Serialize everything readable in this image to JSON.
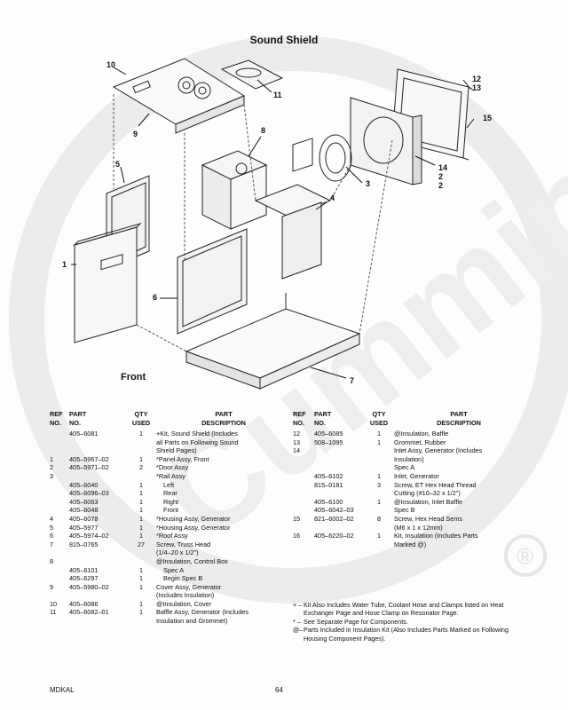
{
  "title": "Sound Shield",
  "front_label": "Front",
  "watermark_text": "Cummins",
  "registered_mark": "®",
  "callouts": [
    "1",
    "2",
    "2",
    "3",
    "4",
    "5",
    "6",
    "7",
    "8",
    "9",
    "10",
    "11",
    "12",
    "13",
    "14",
    "15"
  ],
  "headers": {
    "ref": [
      "REF",
      "NO."
    ],
    "part": [
      "PART",
      "NO."
    ],
    "qty": [
      "QTY",
      "USED"
    ],
    "desc": [
      "PART",
      "DESCRIPTION"
    ]
  },
  "rows_left": [
    {
      "ref": "",
      "part": "405–6081",
      "qty": "1",
      "desc": [
        "+Kit, Sound Shield (Includes",
        "all Parts on Following Sound",
        "Shield Pages)"
      ]
    },
    {
      "ref": "1",
      "part": "405–5967–02",
      "qty": "1",
      "desc": [
        "*Panel Assy, Front"
      ]
    },
    {
      "ref": "2",
      "part": "405–5971–02",
      "qty": "2",
      "desc": [
        "*Door Assy"
      ]
    },
    {
      "ref": "3",
      "part": "",
      "qty": "",
      "desc": [
        "*Rail Assy"
      ]
    },
    {
      "ref": "",
      "part": "405–6040",
      "qty": "1",
      "desc": [
        "Left"
      ],
      "indent": true
    },
    {
      "ref": "",
      "part": "405–6096–03",
      "qty": "1",
      "desc": [
        "Rear"
      ],
      "indent": true
    },
    {
      "ref": "",
      "part": "405–6063",
      "qty": "1",
      "desc": [
        "Right"
      ],
      "indent": true
    },
    {
      "ref": "",
      "part": "405–6048",
      "qty": "1",
      "desc": [
        "Front"
      ],
      "indent": true
    },
    {
      "ref": "4",
      "part": "405–6078",
      "qty": "1",
      "desc": [
        "*Housing Assy, Generator"
      ]
    },
    {
      "ref": "5",
      "part": "405–5977",
      "qty": "1",
      "desc": [
        "*Housing Assy, Generator"
      ]
    },
    {
      "ref": "6",
      "part": "405–5974–02",
      "qty": "1",
      "desc": [
        "*Roof Assy"
      ]
    },
    {
      "ref": "7",
      "part": "815–0765",
      "qty": "27",
      "desc": [
        "Screw, Truss Head",
        "(1/4–20 x 1/2\")"
      ]
    },
    {
      "ref": "8",
      "part": "",
      "qty": "",
      "desc": [
        "@Insulation, Control Box"
      ]
    },
    {
      "ref": "",
      "part": "405–6101",
      "qty": "1",
      "desc": [
        "Spec A"
      ],
      "indent": true
    },
    {
      "ref": "",
      "part": "405–6297",
      "qty": "1",
      "desc": [
        "Begin Spec B"
      ],
      "indent": true
    },
    {
      "ref": "9",
      "part": "405–5980–02",
      "qty": "1",
      "desc": [
        "Cover Assy, Generator",
        "(Includes Insulation)"
      ]
    },
    {
      "ref": "10",
      "part": "405–6086",
      "qty": "1",
      "desc": [
        "@Insulation, Cover"
      ]
    },
    {
      "ref": "11",
      "part": "405–6082–01",
      "qty": "1",
      "desc": [
        "Baffle Assy, Generator (Includes",
        "Insulation and Grommet)"
      ]
    }
  ],
  "rows_right": [
    {
      "ref": "12",
      "part": "405–6085",
      "qty": "1",
      "desc": [
        "@Insulation, Baffle"
      ]
    },
    {
      "ref": "13",
      "part": "508–1095",
      "qty": "1",
      "desc": [
        "Grommet, Rubber"
      ]
    },
    {
      "ref": "14",
      "part": "",
      "qty": "",
      "desc": [
        "Inlet Assy, Generator (Includes",
        "Insulation)",
        "Spec A"
      ]
    },
    {
      "ref": "",
      "part": "405–6102",
      "qty": "1",
      "desc": [
        "Inlet, Generator"
      ]
    },
    {
      "ref": "",
      "part": "815–0181",
      "qty": "3",
      "desc": [
        "Screw, ET Hex Head Thread",
        "Cutting (#10–32 x 1/2\")"
      ]
    },
    {
      "ref": "",
      "part": "405–6100",
      "qty": "1",
      "desc": [
        "@Insulation, Inlet Baffle"
      ]
    },
    {
      "ref": "",
      "part": "405–6042–03",
      "qty": "",
      "desc": [
        "Spec B"
      ]
    },
    {
      "ref": "15",
      "part": "821–6002–02",
      "qty": "8",
      "desc": [
        "Screw, Hex Head Sems",
        "(M6 x 1 x 12mm)"
      ]
    },
    {
      "ref": "16",
      "part": "405–6220–02",
      "qty": "1",
      "desc": [
        "Kit, Insulation (Includes Parts",
        "Marked @)"
      ]
    }
  ],
  "notes": [
    {
      "mark": "+ –",
      "text": "Kit Also Includes Water Tube, Coolant Hose and Clamps listed on Heat Exchanger Page and Hose Clamp on Resonator Page."
    },
    {
      "mark": "* –",
      "text": "See Separate Page for Components."
    },
    {
      "mark": "@–",
      "text": "Parts Included in Insulation Kit (Also Includes Parts Marked on Following Housing Component Pages)."
    }
  ],
  "footer": {
    "model": "MDKAL",
    "page": "64"
  },
  "colors": {
    "ink": "#111111",
    "watermark": "#ececec",
    "paper": "#fdfdfd"
  }
}
